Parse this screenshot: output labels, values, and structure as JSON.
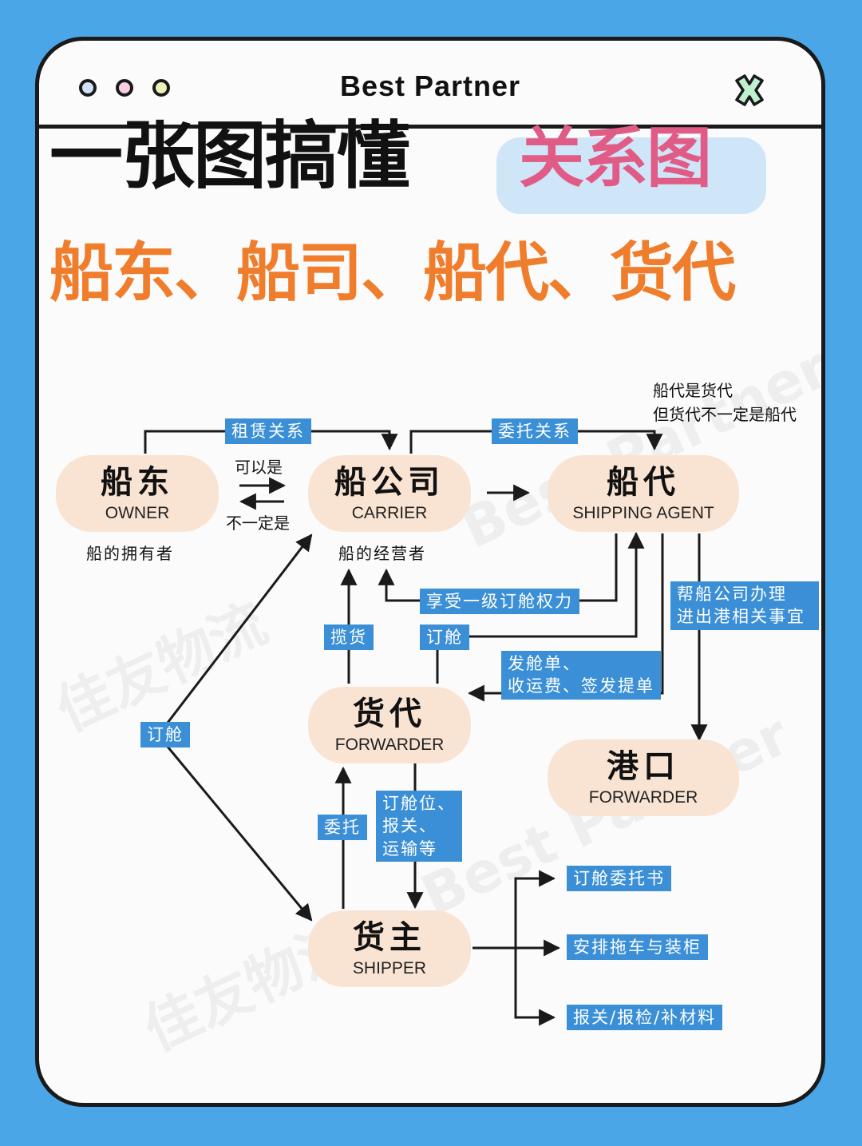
{
  "window": {
    "title": "Best Partner"
  },
  "heading": {
    "main": "一张图搞懂",
    "highlight": "关系图",
    "subtitle": "船东、船司、船代、货代"
  },
  "nodes": {
    "owner": {
      "zh": "船东",
      "en": "OWNER",
      "desc": "船的拥有者"
    },
    "carrier": {
      "zh": "船公司",
      "en": "CARRIER",
      "desc": "船的经营者"
    },
    "agent": {
      "zh": "船代",
      "en": "SHIPPING AGENT"
    },
    "forwarder": {
      "zh": "货代",
      "en": "FORWARDER"
    },
    "port": {
      "zh": "港口",
      "en": "FORWARDER"
    },
    "shipper": {
      "zh": "货主",
      "en": "SHIPPER"
    }
  },
  "labels": {
    "lease": "租赁关系",
    "entrust_rel": "委托关系",
    "can_be": "可以是",
    "not_necessarily": "不一定是",
    "agent_note_1": "船代是货代",
    "agent_note_2": "但货代不一定是船代",
    "first_booking": "享受一级订舱权力",
    "solicit": "揽货",
    "book": "订舱",
    "book_left": "订舱",
    "port_help_1": "帮船公司办理",
    "port_help_2": "进出港相关事宜",
    "issue_1": "发舱单、",
    "issue_2": "收运费、签发提单",
    "entrust": "委托",
    "fw_task_1": "订舱位、",
    "fw_task_2": "报关、",
    "fw_task_3": "运输等",
    "out_1": "订舱委托书",
    "out_2": "安排拖车与装柜",
    "out_3": "报关/报检/补材料"
  },
  "watermarks": {
    "w1": "佳友物流",
    "w2": "Best Partner"
  },
  "colors": {
    "background": "#4aa6e6",
    "label": "#3a8fd6",
    "node": "#f9e4d3",
    "highlight": "#e05c86",
    "subtitle": "#ef7d2c"
  }
}
